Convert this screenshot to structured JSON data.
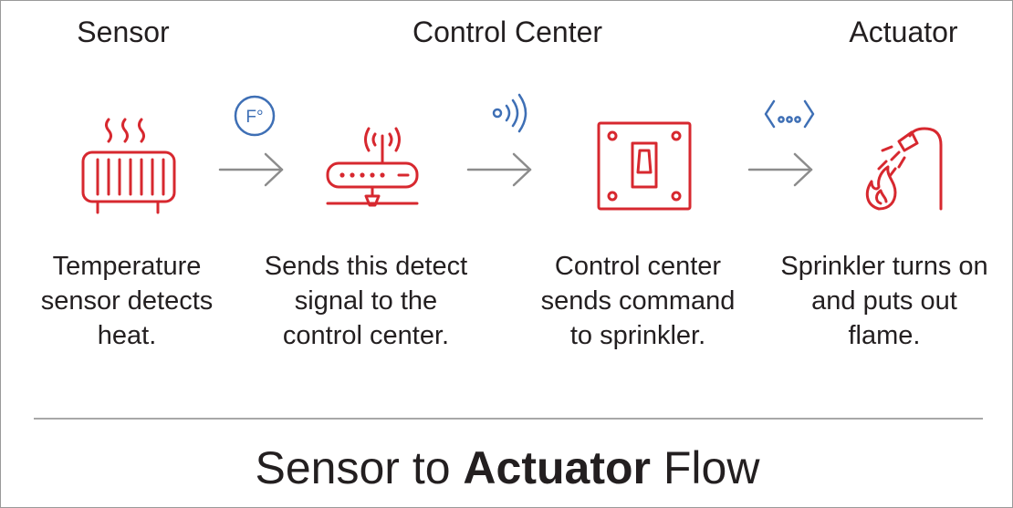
{
  "stages": [
    {
      "heading": "Sensor"
    },
    {
      "heading": "Control Center"
    },
    {
      "heading": "Actuator"
    }
  ],
  "steps": [
    {
      "icon": "heater-icon",
      "text": "Temperature sensor detects heat."
    },
    {
      "icon": "router-icon",
      "text": "Sends this detect signal to the control center."
    },
    {
      "icon": "switch-icon",
      "text": "Control center sends command to sprinkler."
    },
    {
      "icon": "sprinkler-fire-icon",
      "text": "Sprinkler turns on and puts out flame."
    }
  ],
  "connectors": [
    {
      "icon": "fahrenheit-icon",
      "label": "F°"
    },
    {
      "icon": "wireless-signal-icon"
    },
    {
      "icon": "code-brackets-icon"
    }
  ],
  "colors": {
    "icon_red": "#d7282f",
    "icon_blue": "#3e6fb5",
    "arrow_gray": "#8c8c8c",
    "text": "#231f20"
  },
  "footer": {
    "title_pre": "Sensor to ",
    "title_bold": "Actuator",
    "title_post": " Flow"
  }
}
